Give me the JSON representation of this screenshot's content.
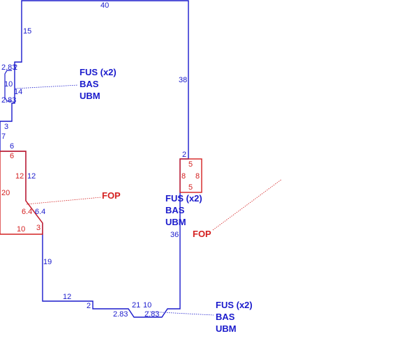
{
  "colors": {
    "main": "#1a1acc",
    "addition": "#d42020",
    "leader_main": "#1a1acc",
    "leader_addition": "#d42020"
  },
  "main_structure": {
    "dimensions": [
      "40",
      "15",
      "2.83",
      "2",
      "10",
      "14",
      "2.83",
      "3",
      "7",
      "6",
      "38",
      "2",
      "36",
      "19",
      "12",
      "2",
      "21",
      "10",
      "2.83",
      "2.83"
    ],
    "label_groups": [
      [
        "FUS (x2)",
        "BAS",
        "UBM"
      ],
      [
        "FUS (x2)",
        "BAS",
        "UBM"
      ],
      [
        "FUS (x2)",
        "BAS",
        "UBM"
      ]
    ]
  },
  "additions": {
    "dimensions": [
      "6",
      "12",
      "12",
      "20",
      "6.4",
      "6.4",
      "10",
      "3",
      "5",
      "8",
      "8",
      "5"
    ],
    "labels": [
      "FOP",
      "FOP"
    ]
  }
}
